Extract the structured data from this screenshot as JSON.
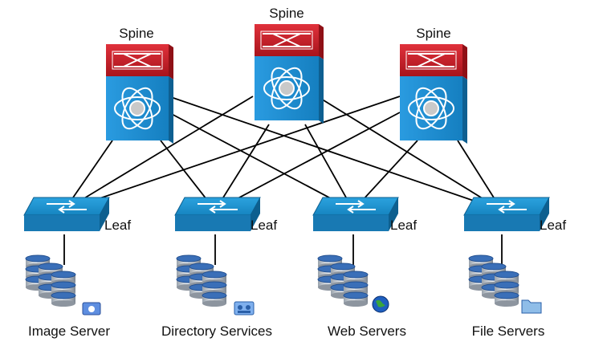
{
  "diagram": {
    "spines": [
      {
        "label": "Spine"
      },
      {
        "label": "Spine"
      },
      {
        "label": "Spine"
      }
    ],
    "leaves": [
      {
        "label": "Leaf",
        "server_label": "Image Server",
        "server_badge": "image-badge-icon"
      },
      {
        "label": "Leaf",
        "server_label": "Directory Services",
        "server_badge": "directory-badge-icon"
      },
      {
        "label": "Leaf",
        "server_label": "Web Servers",
        "server_badge": "globe-badge-icon"
      },
      {
        "label": "Leaf",
        "server_label": "File Servers",
        "server_badge": "folder-badge-icon"
      }
    ],
    "colors": {
      "spine_top": "#d3262f",
      "spine_body": "#1c8fd1",
      "leaf": "#1d8fc9",
      "link": "#000000",
      "db_blue": "#3a6fb8"
    },
    "topology": "full-mesh spine-leaf"
  }
}
